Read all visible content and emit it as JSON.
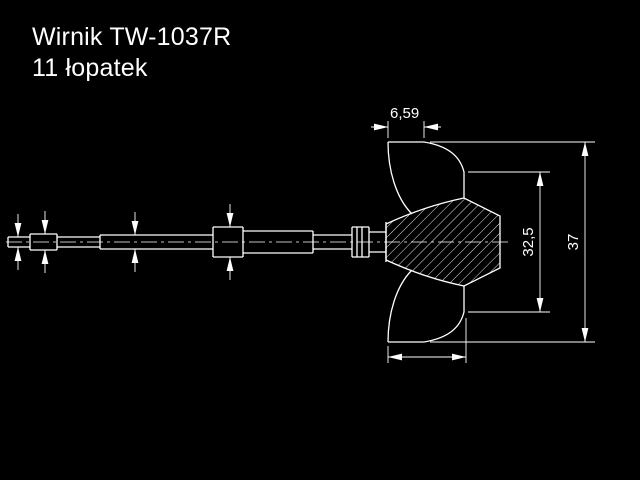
{
  "title": {
    "line1": "Wirnik TW-1037R",
    "line2": "11 łopatek"
  },
  "drawing": {
    "dim_top_width": "6,59",
    "dim_exducer_diameter": "32,5",
    "dim_wheel_diameter": "37"
  },
  "colors": {
    "background": "#000000",
    "line": "#ffffff",
    "text": "#ffffff"
  }
}
